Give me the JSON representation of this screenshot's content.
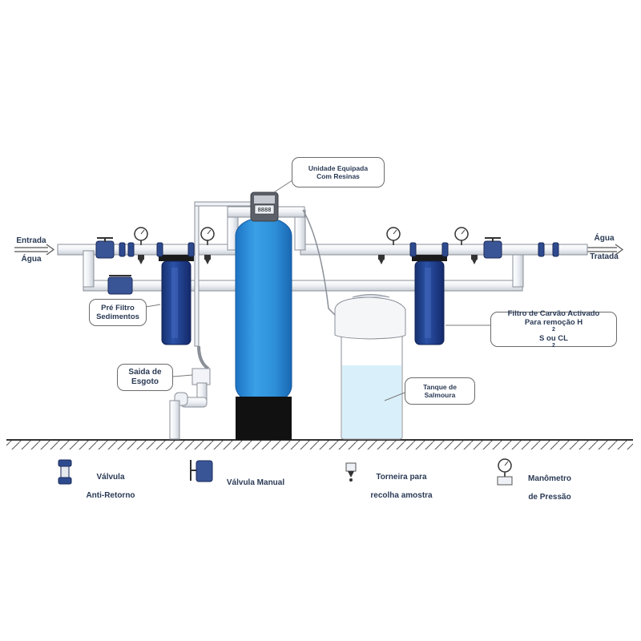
{
  "labels": {
    "inlet_line1": "Entrada",
    "inlet_line2": "Água",
    "outlet_line1": "Água",
    "outlet_line2": "Tratada",
    "resin_unit_line1": "Unidade Equipada",
    "resin_unit_line2": "Com Resinas",
    "prefilter_line1": "Pré Filtro",
    "prefilter_line2": "Sedimentos",
    "drain_line1": "Saida de",
    "drain_line2": "Esgoto",
    "carbon_filter_line1": "Filtro de Carvão Activado",
    "carbon_filter_line2_a": "Para remoção H",
    "carbon_filter_sub1": "2",
    "carbon_filter_line2_b": "S ou CL",
    "carbon_filter_sub2": "2",
    "brine_tank_line1": "Tanque de",
    "brine_tank_line2": "Salmoura",
    "controller_display": "8888"
  },
  "legend": {
    "check_valve_line1": "Válvula",
    "check_valve_line2": "Anti-Retorno",
    "manual_valve": "Válvula Manual",
    "sample_tap_line1": "Torneira para",
    "sample_tap_line2": "recolha amostra",
    "gauge_line1": "Manômetro",
    "gauge_line2": "de Pressão"
  },
  "colors": {
    "pipe": "#e6e9ee",
    "pipe_stroke": "#8a8f98",
    "tank_blue": "#2f8fd8",
    "filter_navy": "#1f3f8f",
    "text": "#2a3a55",
    "water": "#d9f0fa"
  }
}
